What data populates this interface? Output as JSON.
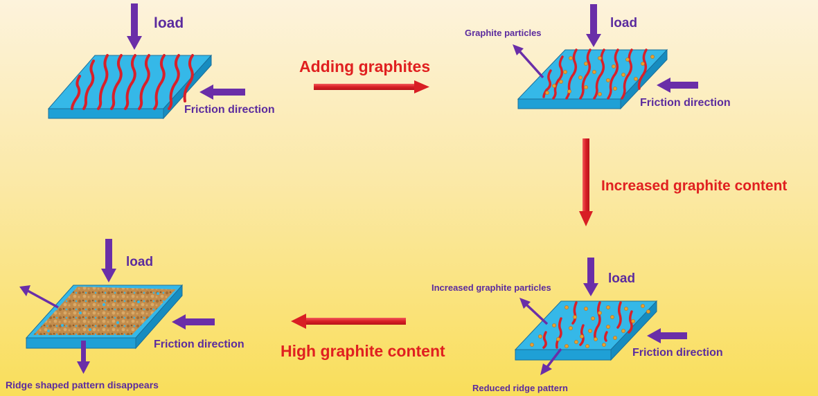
{
  "diagram": {
    "panels": [
      {
        "id": "p1",
        "load_label": "load",
        "friction_label": "Friction direction"
      },
      {
        "id": "p2",
        "load_label": "load",
        "friction_label": "Friction direction",
        "callout": "Graphite particles"
      },
      {
        "id": "p3",
        "load_label": "load",
        "friction_label": "Friction direction",
        "callout": "Increased graphite particles",
        "callout2": "Reduced ridge pattern"
      },
      {
        "id": "p4",
        "load_label": "load",
        "friction_label": "Friction direction",
        "callout2": "Ridge shaped pattern disappears"
      }
    ],
    "transitions": [
      {
        "from": "p1",
        "to": "p2",
        "label": "Adding graphites"
      },
      {
        "from": "p2",
        "to": "p3",
        "label": "Increased graphite content"
      },
      {
        "from": "p3",
        "to": "p4",
        "label": "High graphite content"
      }
    ]
  },
  "colors": {
    "plate_top": "#35b8e8",
    "plate_side": "#1fa0d6",
    "ridge": "#d8202a",
    "arrow_purple": "#6a2ea8",
    "label_purple": "#5b2b9e",
    "transition_red": "#e02020",
    "particle": "#e8a030",
    "graphite_layer": "#c98a44"
  }
}
